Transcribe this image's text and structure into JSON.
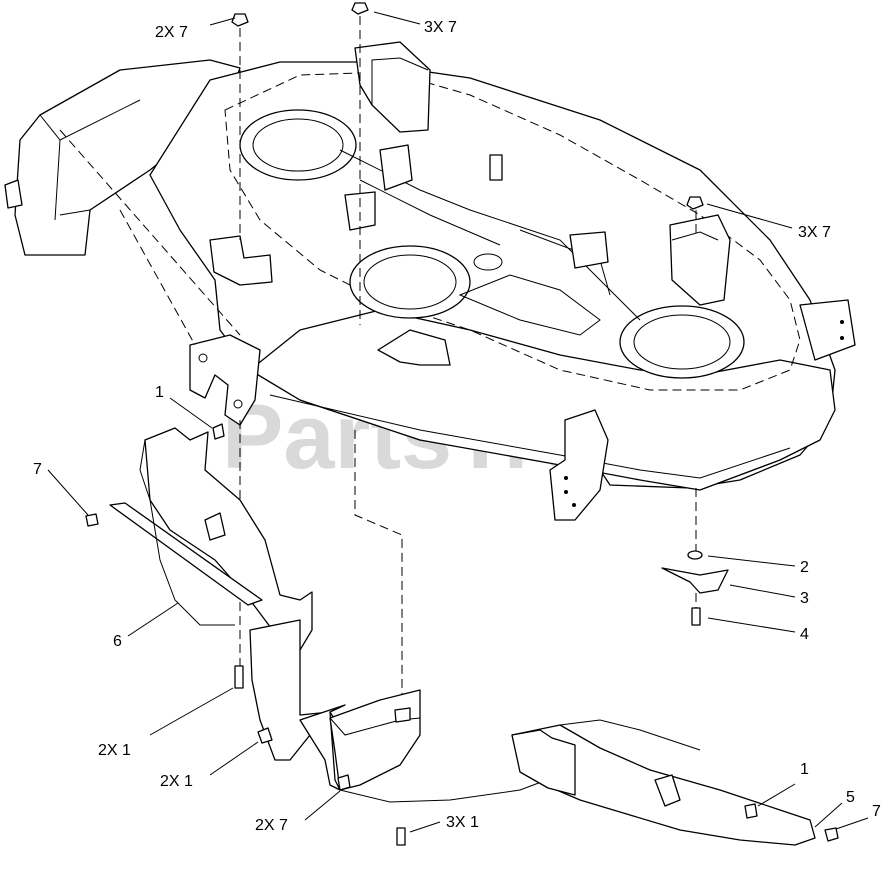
{
  "watermark": {
    "text": "PartsTree",
    "trademark": "™"
  },
  "callouts": [
    {
      "id": "c-2x7-top",
      "text": "2X 7"
    },
    {
      "id": "c-3x7-top",
      "text": "3X 7"
    },
    {
      "id": "c-3x7-right",
      "text": "3X 7"
    },
    {
      "id": "c-1-left",
      "text": "1"
    },
    {
      "id": "c-7-left",
      "text": "7"
    },
    {
      "id": "c-2",
      "text": "2"
    },
    {
      "id": "c-3",
      "text": "3"
    },
    {
      "id": "c-4",
      "text": "4"
    },
    {
      "id": "c-6",
      "text": "6"
    },
    {
      "id": "c-2x1-a",
      "text": "2X 1"
    },
    {
      "id": "c-2x1-b",
      "text": "2X 1"
    },
    {
      "id": "c-2x7-bottom",
      "text": "2X 7"
    },
    {
      "id": "c-3x1",
      "text": "3X 1"
    },
    {
      "id": "c-1-right",
      "text": "1"
    },
    {
      "id": "c-5",
      "text": "5"
    },
    {
      "id": "c-7-right",
      "text": "7"
    }
  ]
}
